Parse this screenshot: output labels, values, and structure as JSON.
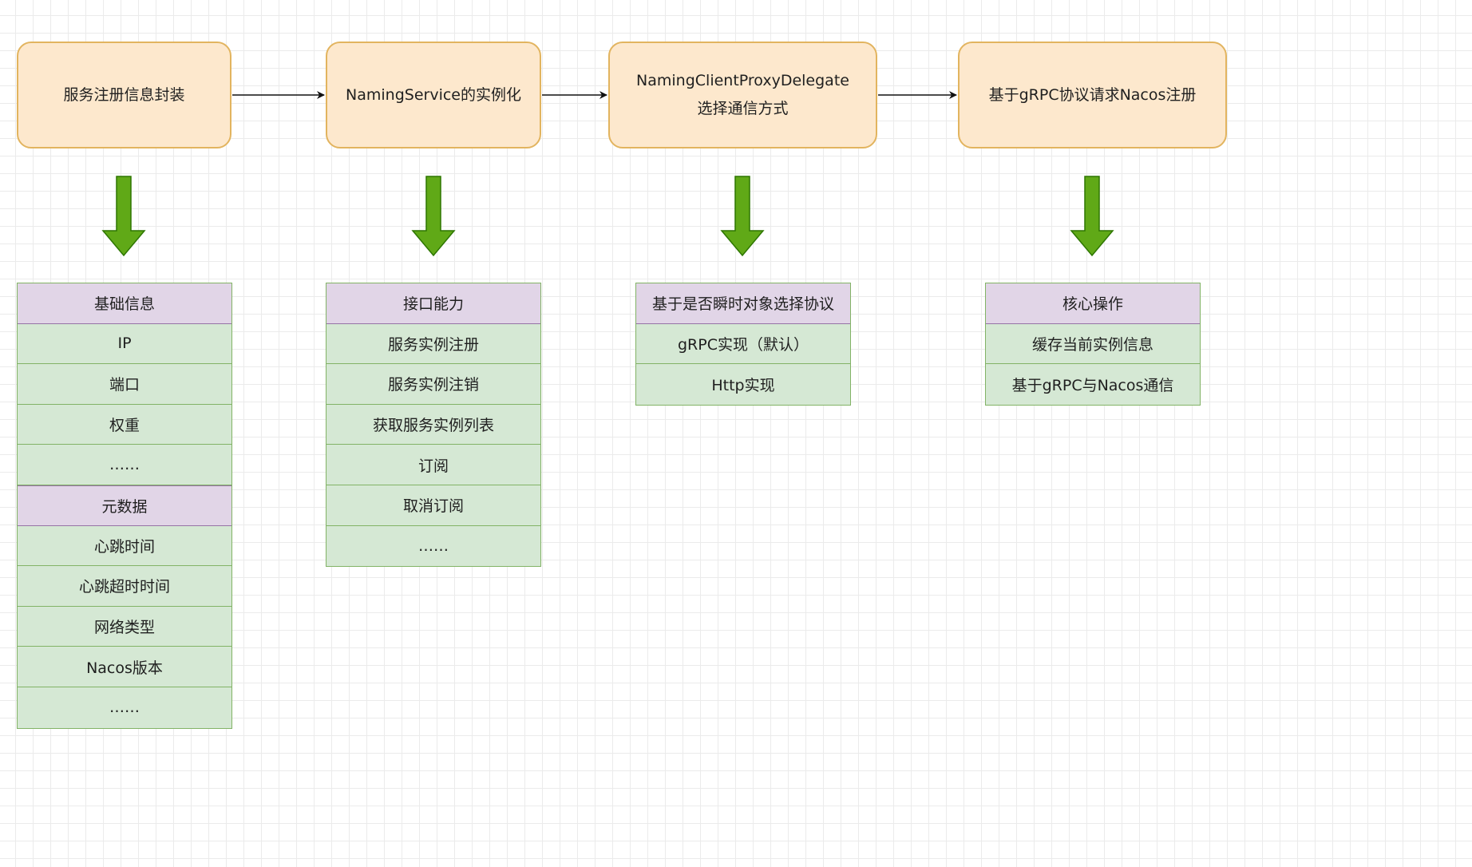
{
  "steps": [
    {
      "lines": [
        "服务注册信息封装"
      ]
    },
    {
      "lines": [
        "NamingService的实例化"
      ]
    },
    {
      "lines": [
        "NamingClientProxyDelegate",
        "选择通信方式"
      ]
    },
    {
      "lines": [
        "基于gRPC协议请求Nacos注册"
      ]
    }
  ],
  "lists": [
    {
      "rows": [
        {
          "text": "基础信息",
          "header": true
        },
        {
          "text": "IP"
        },
        {
          "text": "端口"
        },
        {
          "text": "权重"
        },
        {
          "text": "……"
        },
        {
          "text": "元数据",
          "header": true
        },
        {
          "text": "心跳时间"
        },
        {
          "text": "心跳超时时间"
        },
        {
          "text": "网络类型"
        },
        {
          "text": "Nacos版本"
        },
        {
          "text": "……"
        }
      ]
    },
    {
      "rows": [
        {
          "text": "接口能力",
          "header": true
        },
        {
          "text": "服务实例注册"
        },
        {
          "text": "服务实例注销"
        },
        {
          "text": "获取服务实例列表"
        },
        {
          "text": "订阅"
        },
        {
          "text": "取消订阅"
        },
        {
          "text": "……"
        }
      ]
    },
    {
      "rows": [
        {
          "text": "基于是否瞬时对象选择协议",
          "header": true
        },
        {
          "text": "gRPC实现（默认）"
        },
        {
          "text": "Http实现"
        }
      ]
    },
    {
      "rows": [
        {
          "text": "核心操作",
          "header": true
        },
        {
          "text": "缓存当前实例信息"
        },
        {
          "text": "基于gRPC与Nacos通信"
        }
      ]
    }
  ],
  "colors": {
    "step_fill": "#fde8cd",
    "step_stroke": "#e2b45f",
    "header_fill": "#e1d5e7",
    "header_stroke": "#9673a6",
    "row_fill": "#d5e8d4",
    "row_stroke": "#82b366",
    "arrow_fill": "#60a917",
    "arrow_stroke": "#2d7600"
  }
}
